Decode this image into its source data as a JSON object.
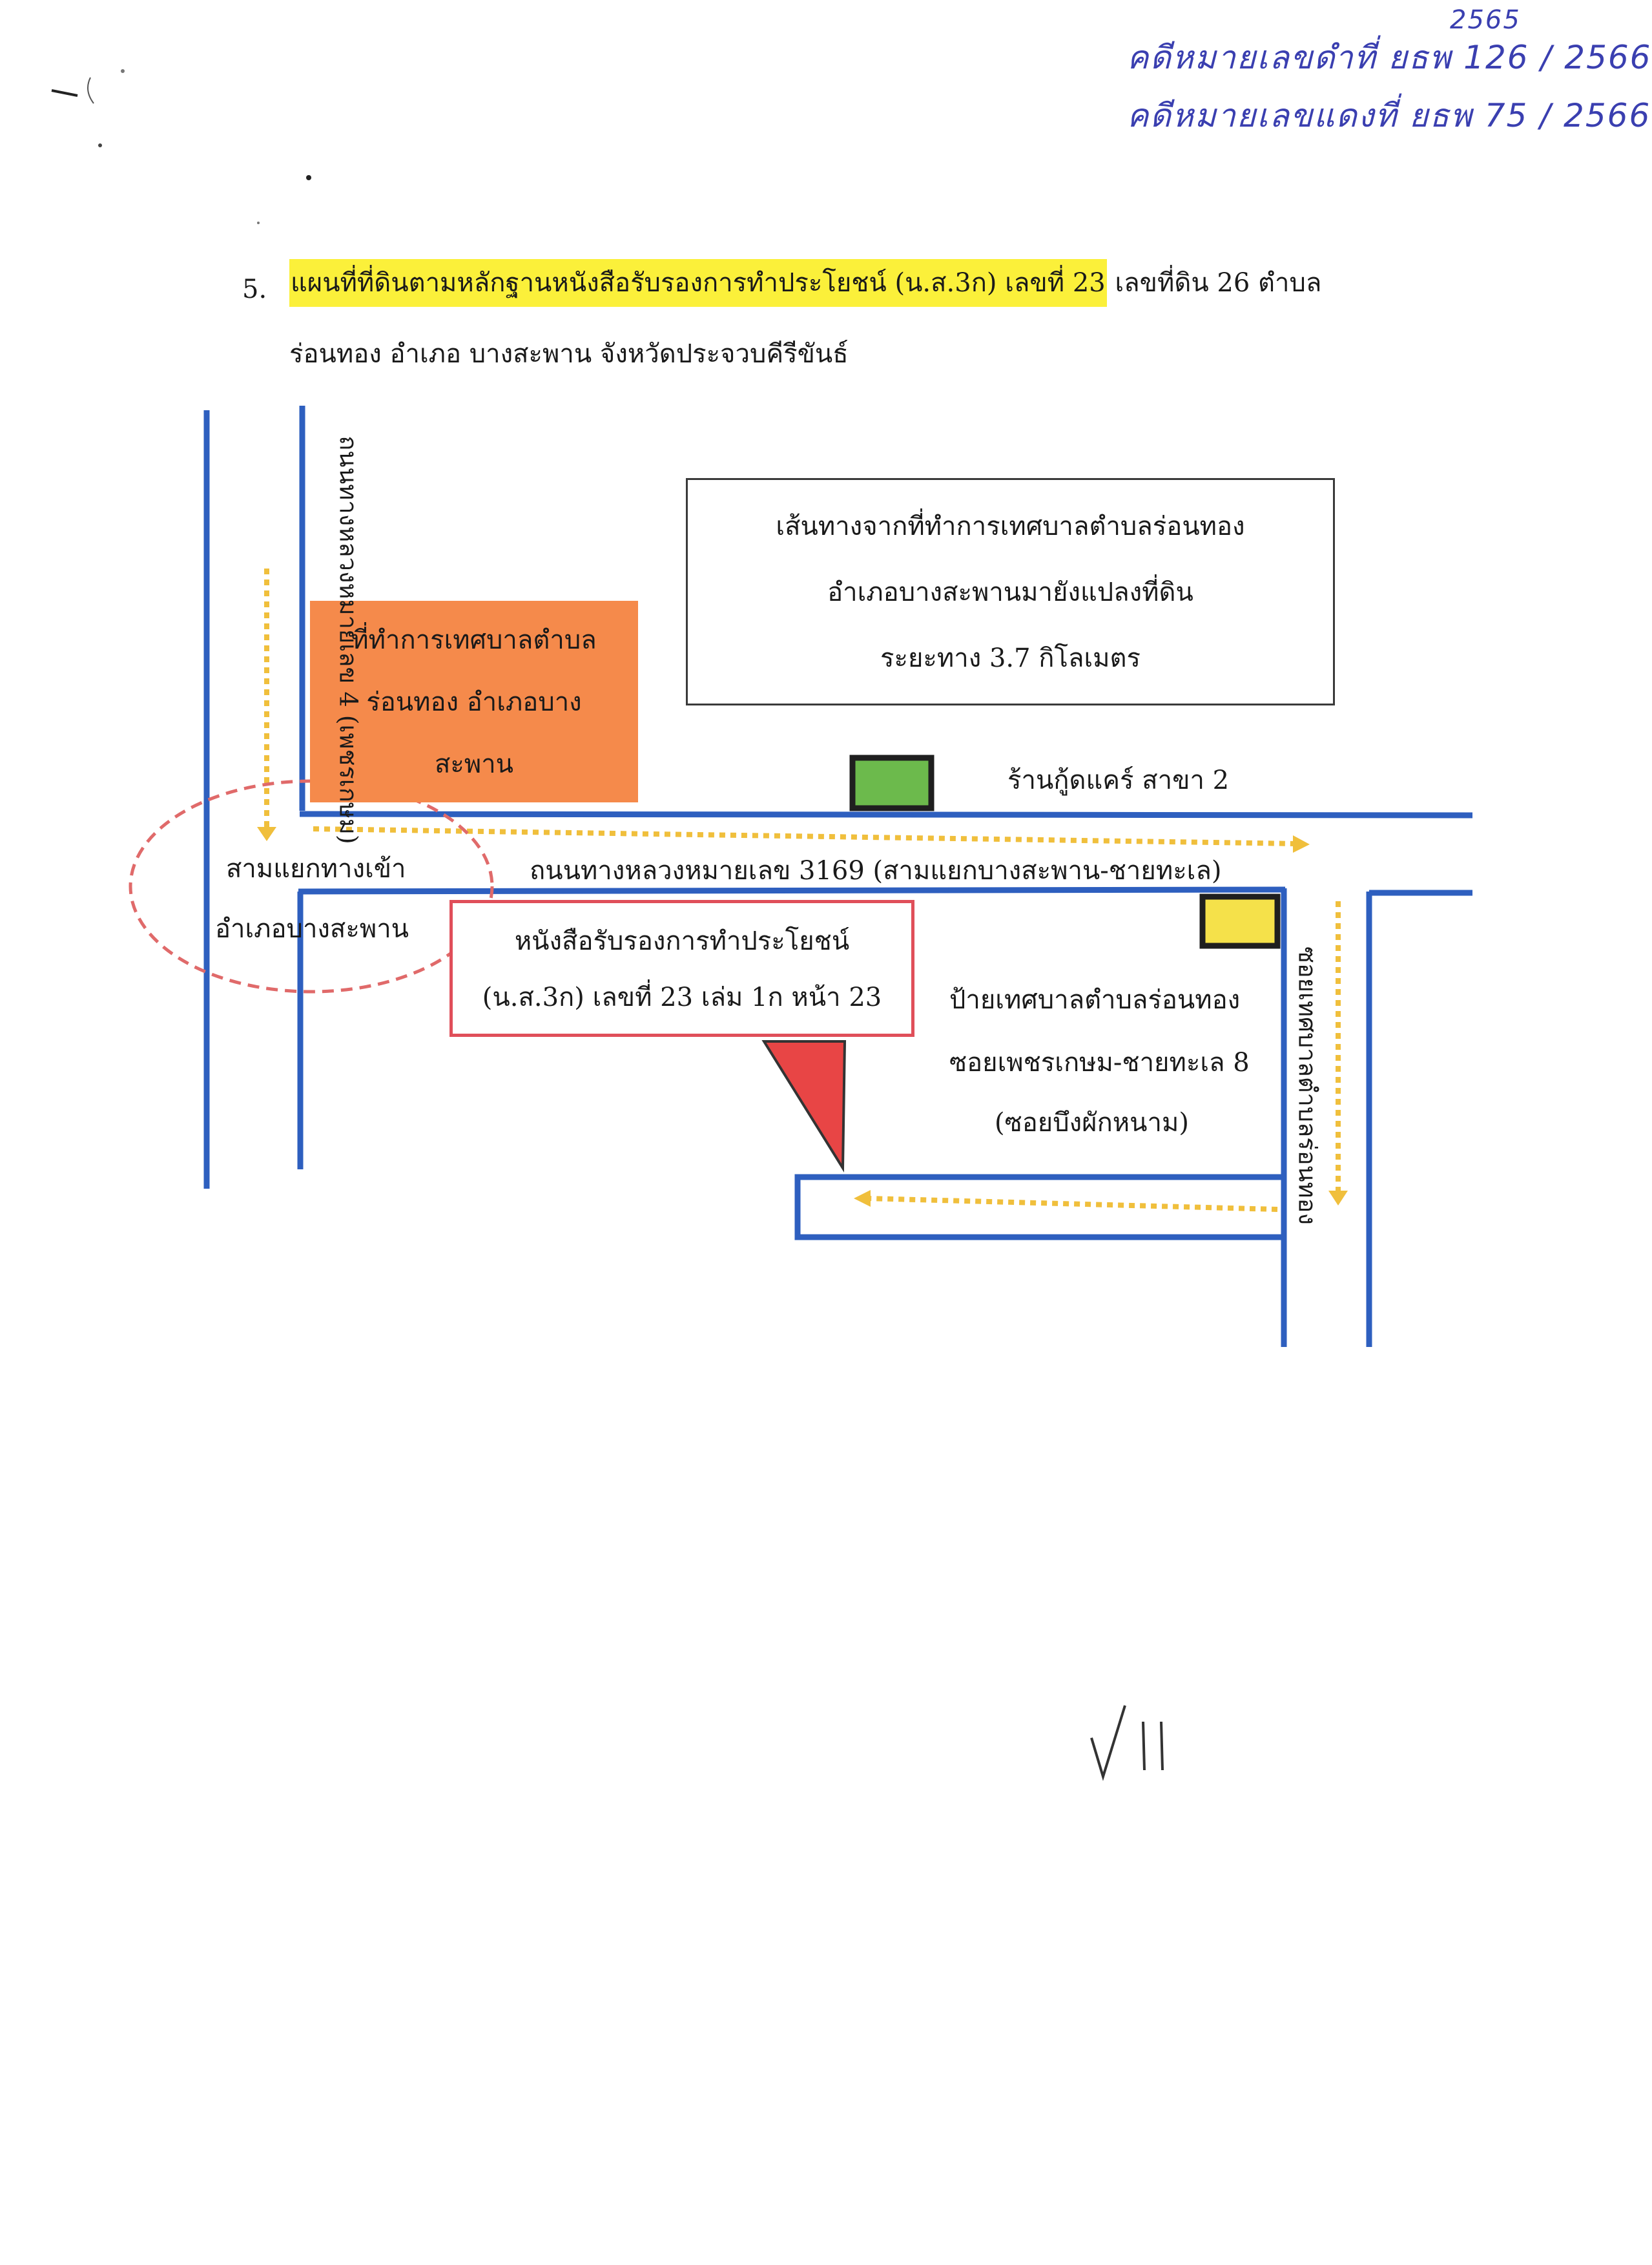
{
  "case_numbers": {
    "black_case": "คดีหมายเลขดำที่ ยธพ 126 / 2566",
    "black_case_correction": "2565",
    "red_case": "คดีหมายเลขแดงที่ ยธพ 75 / 2566"
  },
  "heading": {
    "number": "5.",
    "highlighted": "แผนที่ที่ดินตามหลักฐานหนังสือรับรองการทำประโยชน์ (น.ส.3ก) เลขที่ 23",
    "rest_line1": "เลขที่ดิน 26 ตำบล",
    "line2": "ร่อนทอง อำเภอ บางสะพาน จังหวัดประจวบคีรีขันธ์"
  },
  "map": {
    "route_box": {
      "line1": "เส้นทางจากที่ทำการเทศบาลตำบลร่อนทอง",
      "line2": "อำเภอบางสะพานมายังแปลงที่ดิน",
      "line3": "ระยะทาง 3.7 กิโลเมตร"
    },
    "municipal_office": {
      "line1": "ที่ทำการเทศบาลตำบล",
      "line2": "ร่อนทอง อำเภอบาง",
      "line3": "สะพาน"
    },
    "highway4_label": "ถนนทางหลวงหมายเลข 4 (เพชรเกษม)",
    "shop_label": "ร้านกู้ดแคร์ สาขา 2",
    "junction": {
      "line1": "สามแยกทางเข้า",
      "line2": "อำเภอบางสะพาน"
    },
    "highway3169_label": "ถนนทางหลวงหมายเลข 3169 (สามแยกบางสะพาน-ชายทะเล)",
    "certificate_box": {
      "line1": "หนังสือรับรองการทำประโยชน์",
      "line2": "(น.ส.3ก) เลขที่ 23 เล่ม 1ก หน้า 23"
    },
    "soi_sign": {
      "line1": "ป้ายเทศบาลตำบลร่อนทอง",
      "line2": "ซอยเพชรเกษม-ชายทะเล 8",
      "line3": "(ซอยบึงผักหนาม)"
    },
    "soi_road_label": "ซอยเทศบาลตำบลร่อนทอง"
  },
  "colors": {
    "road": "#2e5fbf",
    "highlight": "#fbf03a",
    "office": "#f58a4b",
    "route_arrow": "#f0bf3c",
    "junction_circle": "#e06a6a",
    "certificate_border": "#e04f5a",
    "pin": "#e84545",
    "shop_marker": "#6cba4c",
    "sign_marker": "#f5e14a",
    "handwriting": "#3a3fb0"
  }
}
